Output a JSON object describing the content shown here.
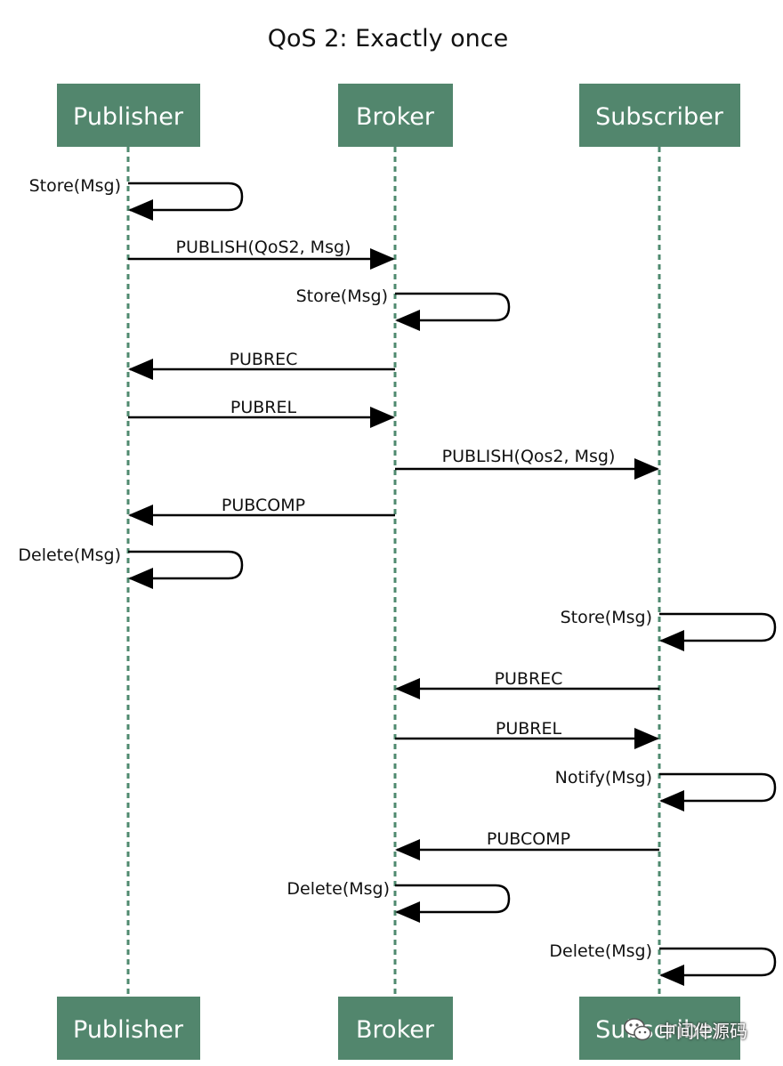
{
  "diagram": {
    "title": "QoS 2: Exactly once",
    "participants": [
      {
        "id": "publisher",
        "label": "Publisher"
      },
      {
        "id": "broker",
        "label": "Broker"
      },
      {
        "id": "subscriber",
        "label": "Subscriber"
      }
    ],
    "footer_participants": [
      {
        "id": "publisher",
        "label": "Publisher"
      },
      {
        "id": "broker",
        "label": "Broker"
      },
      {
        "id": "subscriber",
        "label": "Subscriber"
      }
    ],
    "messages": [
      {
        "from": "publisher",
        "to": "publisher",
        "label": "Store(Msg)"
      },
      {
        "from": "publisher",
        "to": "broker",
        "label": "PUBLISH(QoS2, Msg)"
      },
      {
        "from": "broker",
        "to": "broker",
        "label": "Store(Msg)"
      },
      {
        "from": "broker",
        "to": "publisher",
        "label": "PUBREC"
      },
      {
        "from": "publisher",
        "to": "broker",
        "label": "PUBREL"
      },
      {
        "from": "broker",
        "to": "subscriber",
        "label": "PUBLISH(Qos2, Msg)"
      },
      {
        "from": "broker",
        "to": "publisher",
        "label": "PUBCOMP"
      },
      {
        "from": "publisher",
        "to": "publisher",
        "label": "Delete(Msg)"
      },
      {
        "from": "subscriber",
        "to": "subscriber",
        "label": "Store(Msg)"
      },
      {
        "from": "subscriber",
        "to": "broker",
        "label": "PUBREC"
      },
      {
        "from": "broker",
        "to": "subscriber",
        "label": "PUBREL"
      },
      {
        "from": "subscriber",
        "to": "subscriber",
        "label": "Notify(Msg)"
      },
      {
        "from": "subscriber",
        "to": "broker",
        "label": "PUBCOMP"
      },
      {
        "from": "broker",
        "to": "broker",
        "label": "Delete(Msg)"
      },
      {
        "from": "subscriber",
        "to": "subscriber",
        "label": "Delete(Msg)"
      }
    ]
  },
  "watermark": {
    "text": "中间件源码",
    "icon": "wechat-icon"
  },
  "colors": {
    "participant_fill": "#52866d",
    "lifeline": "#4f8a6f",
    "arrow": "#000000"
  }
}
